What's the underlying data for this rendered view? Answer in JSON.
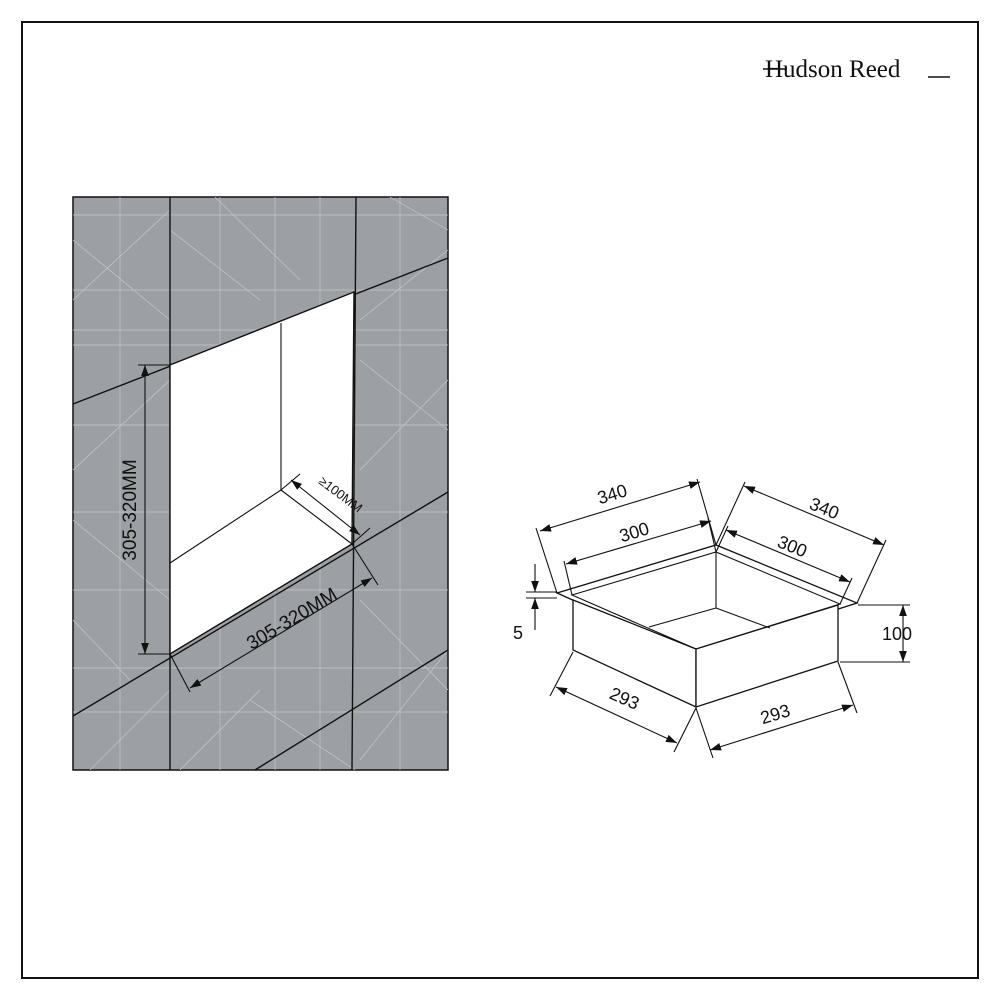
{
  "brand": {
    "name": "Hudson Reed"
  },
  "wall_niche": {
    "height_label": "305-320MM",
    "width_label": "305-320MM",
    "depth_label": "≥100MM"
  },
  "product": {
    "outer_width_left": "340",
    "outer_width_right": "340",
    "inner_width_left": "300",
    "inner_width_right": "300",
    "flange_thickness": "5",
    "depth": "100",
    "body_width_left": "293",
    "body_width_right": "293"
  },
  "colors": {
    "wall_fill": "#9c9fa3",
    "line": "#111111",
    "background": "#ffffff"
  }
}
